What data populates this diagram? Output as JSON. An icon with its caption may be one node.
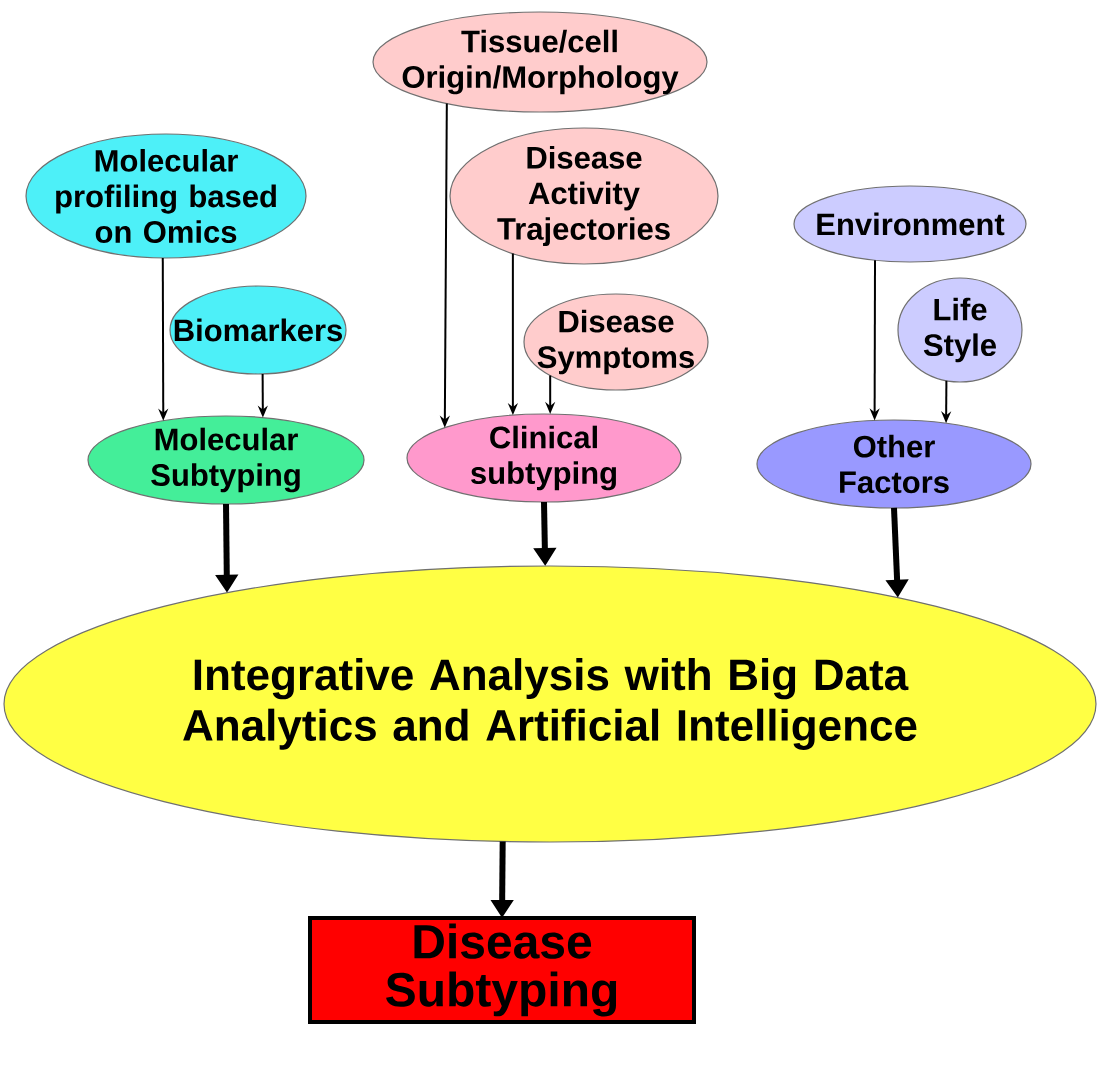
{
  "diagram": {
    "nodes": [
      {
        "text": [
          "Tissue/cell Origin/Morphology"
        ]
      },
      {
        "text": [
          "Molecular profiling based on Omics"
        ]
      },
      {
        "text": [
          "Disease Activity Trajectories"
        ]
      },
      {
        "text": [
          "Environment"
        ]
      },
      {
        "text": [
          "Biomarkers"
        ]
      },
      {
        "text": [
          "Disease Symptoms"
        ]
      },
      {
        "text": [
          "Life Style"
        ]
      },
      {
        "text": [
          "Molecular Subtyping"
        ]
      },
      {
        "text": [
          "Clinical subtyping"
        ]
      },
      {
        "text": [
          "Other Factors"
        ]
      },
      {
        "text": [
          "Integrative Analysis with Big Data Analytics and Artificial Intelligence"
        ]
      },
      {
        "text": [
          "Disease Subtyping"
        ]
      }
    ],
    "edges": [
      {
        "from": 1,
        "to": 7,
        "arrow": "to"
      },
      {
        "from": 4,
        "to": 7,
        "arrow": "to"
      },
      {
        "from": 0,
        "to": 8,
        "arrow": "to"
      },
      {
        "from": 2,
        "to": 8,
        "arrow": "to"
      },
      {
        "from": 5,
        "to": 8,
        "arrow": "to"
      },
      {
        "from": 3,
        "to": 9,
        "arrow": "to"
      },
      {
        "from": 6,
        "to": 9,
        "arrow": "to"
      },
      {
        "from": 7,
        "to": 10,
        "arrow": "to",
        "style": "thick"
      },
      {
        "from": 8,
        "to": 10,
        "arrow": "to",
        "style": "thick"
      },
      {
        "from": 9,
        "to": 10,
        "arrow": "to",
        "style": "thick"
      },
      {
        "from": 10,
        "to": 11,
        "arrow": "to",
        "style": "thick"
      }
    ]
  }
}
